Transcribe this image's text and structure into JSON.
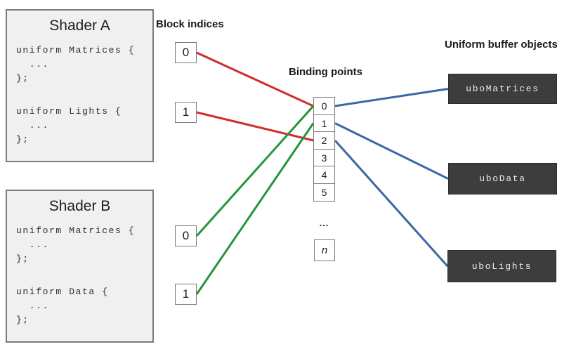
{
  "diagram": {
    "shader_a": {
      "title": "Shader A",
      "code": [
        "uniform Matrices {",
        "  ...",
        "};",
        "",
        "uniform Lights {",
        "  ...",
        "};"
      ]
    },
    "shader_b": {
      "title": "Shader B",
      "code": [
        "uniform Matrices {",
        "  ...",
        "};",
        "",
        "uniform Data {",
        "  ...",
        "};"
      ]
    },
    "labels": {
      "block_indices": "Block indices",
      "binding_points": "Binding points",
      "uniform_buffer_objects": "Uniform buffer objects"
    },
    "block_indices": {
      "shader_a": [
        "0",
        "1"
      ],
      "shader_b": [
        "0",
        "1"
      ]
    },
    "binding_points": [
      "0",
      "1",
      "2",
      "3",
      "4",
      "5"
    ],
    "binding_ellipsis": "...",
    "binding_n": "n",
    "ubos": [
      "uboMatrices",
      "uboData",
      "uboLights"
    ],
    "colors": {
      "red": "#cf2e2e",
      "green": "#249539",
      "blue": "#3a68a4",
      "shader_box_fill": "#f0f0f0",
      "box_border": "#7b7b7b",
      "ubo_fill": "#3d3d3d",
      "ubo_text": "#ececec"
    },
    "connectors": [
      {
        "from": "block-index-shader-a-0",
        "to": "binding-point-0",
        "color": "red"
      },
      {
        "from": "block-index-shader-a-1",
        "to": "binding-point-2",
        "color": "red"
      },
      {
        "from": "block-index-shader-b-0",
        "to": "binding-point-0",
        "color": "green"
      },
      {
        "from": "block-index-shader-b-1",
        "to": "binding-point-1",
        "color": "green"
      },
      {
        "from": "binding-point-0",
        "to": "ubo-box-0",
        "color": "blue"
      },
      {
        "from": "binding-point-1",
        "to": "ubo-box-1",
        "color": "blue"
      },
      {
        "from": "binding-point-2",
        "to": "ubo-box-2",
        "color": "blue"
      }
    ]
  }
}
